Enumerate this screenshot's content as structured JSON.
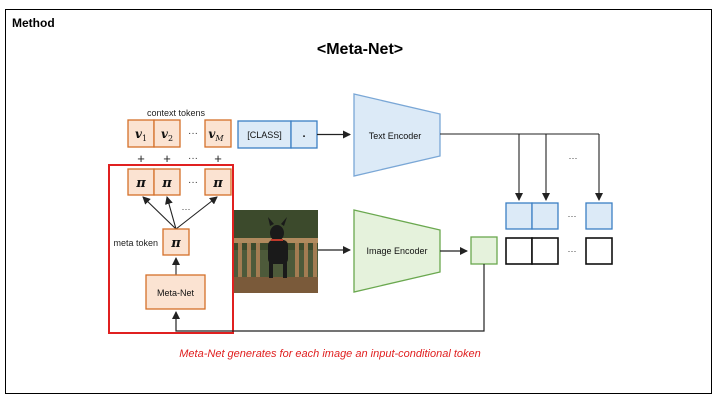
{
  "section_title": "Method",
  "main_title": "<Meta-Net>",
  "context_tokens_label": "context tokens",
  "context_tokens": [
    "v₁",
    "v₂",
    "···",
    "v_M"
  ],
  "context_token_base": "v",
  "context_token_subs": [
    "1",
    "2",
    "M"
  ],
  "ellipsis": "···",
  "plus": "+",
  "pi_symbol": "π",
  "class_token": "[CLASS]",
  "period_token": ".",
  "meta_token_label": "meta token",
  "meta_net_label": "Meta-Net",
  "text_encoder_label": "Text Encoder",
  "image_encoder_label": "Image Encoder",
  "image_subject": "photo of a dog on a wooden deck",
  "caption": "Meta-Net generates for each image an input-conditional token",
  "colors": {
    "token_fill": "#fbe3d2",
    "token_stroke": "#d4702a",
    "class_fill": "#dceaf7",
    "class_stroke": "#3b7fc4",
    "text_encoder_fill": "#dceaf7",
    "text_encoder_stroke": "#7aa7d6",
    "image_encoder_fill": "#e5f2dc",
    "image_encoder_stroke": "#6aa84f",
    "highlight_box": "#e02020",
    "caption": "#e02020"
  }
}
